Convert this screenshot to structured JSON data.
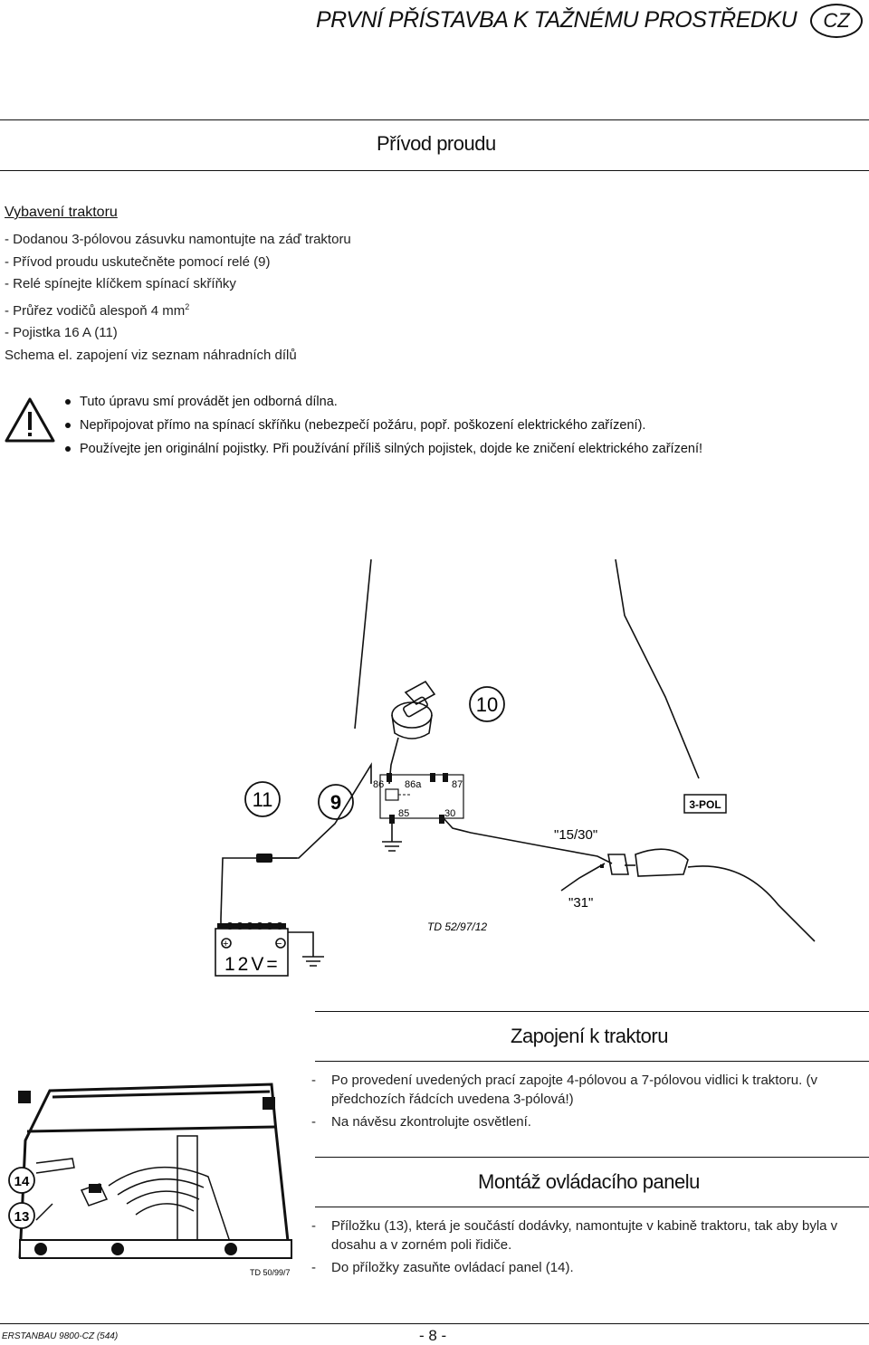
{
  "header": {
    "title": "PRVNÍ PŘÍSTAVBA K TAŽNÉMU PROSTŘEDKU",
    "lang_badge": "CZ"
  },
  "power": {
    "title": "Přívod proudu",
    "equipment_title": "Vybavení traktoru",
    "items": [
      "-   Dodanou 3-pólovou zásuvku namontujte na záď traktoru",
      "-   Přívod proudu uskutečněte pomocí relé (9)",
      "-   Relé spínejte klíčkem spínací skříňky",
      "-   Průřez vodičů alespoň 4 mm",
      "-   Pojistka 16 A (11)",
      "Schema el. zapojení viz seznam náhradních dílů"
    ],
    "superscript": "2",
    "warnings": [
      "Tuto úpravu smí provádět jen odborná dílna.",
      "Nepřipojovat přímo na spínací skříňku (nebezpečí požáru, popř.  poškození elektrického zařízení).",
      "Používejte jen originální pojistky. Při používání příliš  silných pojistek, dojde ke zničení elektrického zařízení!"
    ]
  },
  "diagram": {
    "label_10": "10",
    "label_11": "11",
    "label_9": "9",
    "relay_86": "86",
    "relay_86a": "86a",
    "relay_87": "87",
    "relay_85": "85",
    "relay_30": "30",
    "pol_label": "3-POL",
    "term_1530": "\"15/30\"",
    "term_31": "\"31\"",
    "ref": "TD 52/97/12",
    "battery": "12V=",
    "battery_plus": "+",
    "battery_minus": "−"
  },
  "connection": {
    "title": "Zapojení k traktoru",
    "items": [
      "Po provedení uvedených prací zapojte 4-pólovou a 7-pólovou   vidlici k traktoru. (v předchozích řádcích uvedena 3-pólová!)",
      "Na návěsu zkontrolujte osvětlení."
    ]
  },
  "panel": {
    "title": "Montáž ovládacího panelu",
    "items": [
      "Příložku (13), která je součástí dodávky, namontujte v kabině  traktoru, tak aby byla v dosahu a v zorném poli řidiče.",
      "Do příložky zasuňte ovládací panel (14)."
    ],
    "label_14": "14",
    "label_13": "13",
    "ref": "TD 50/99/7"
  },
  "footer": {
    "left": "ERSTANBAU 9800-CZ (544)",
    "page": "- 8 -"
  }
}
